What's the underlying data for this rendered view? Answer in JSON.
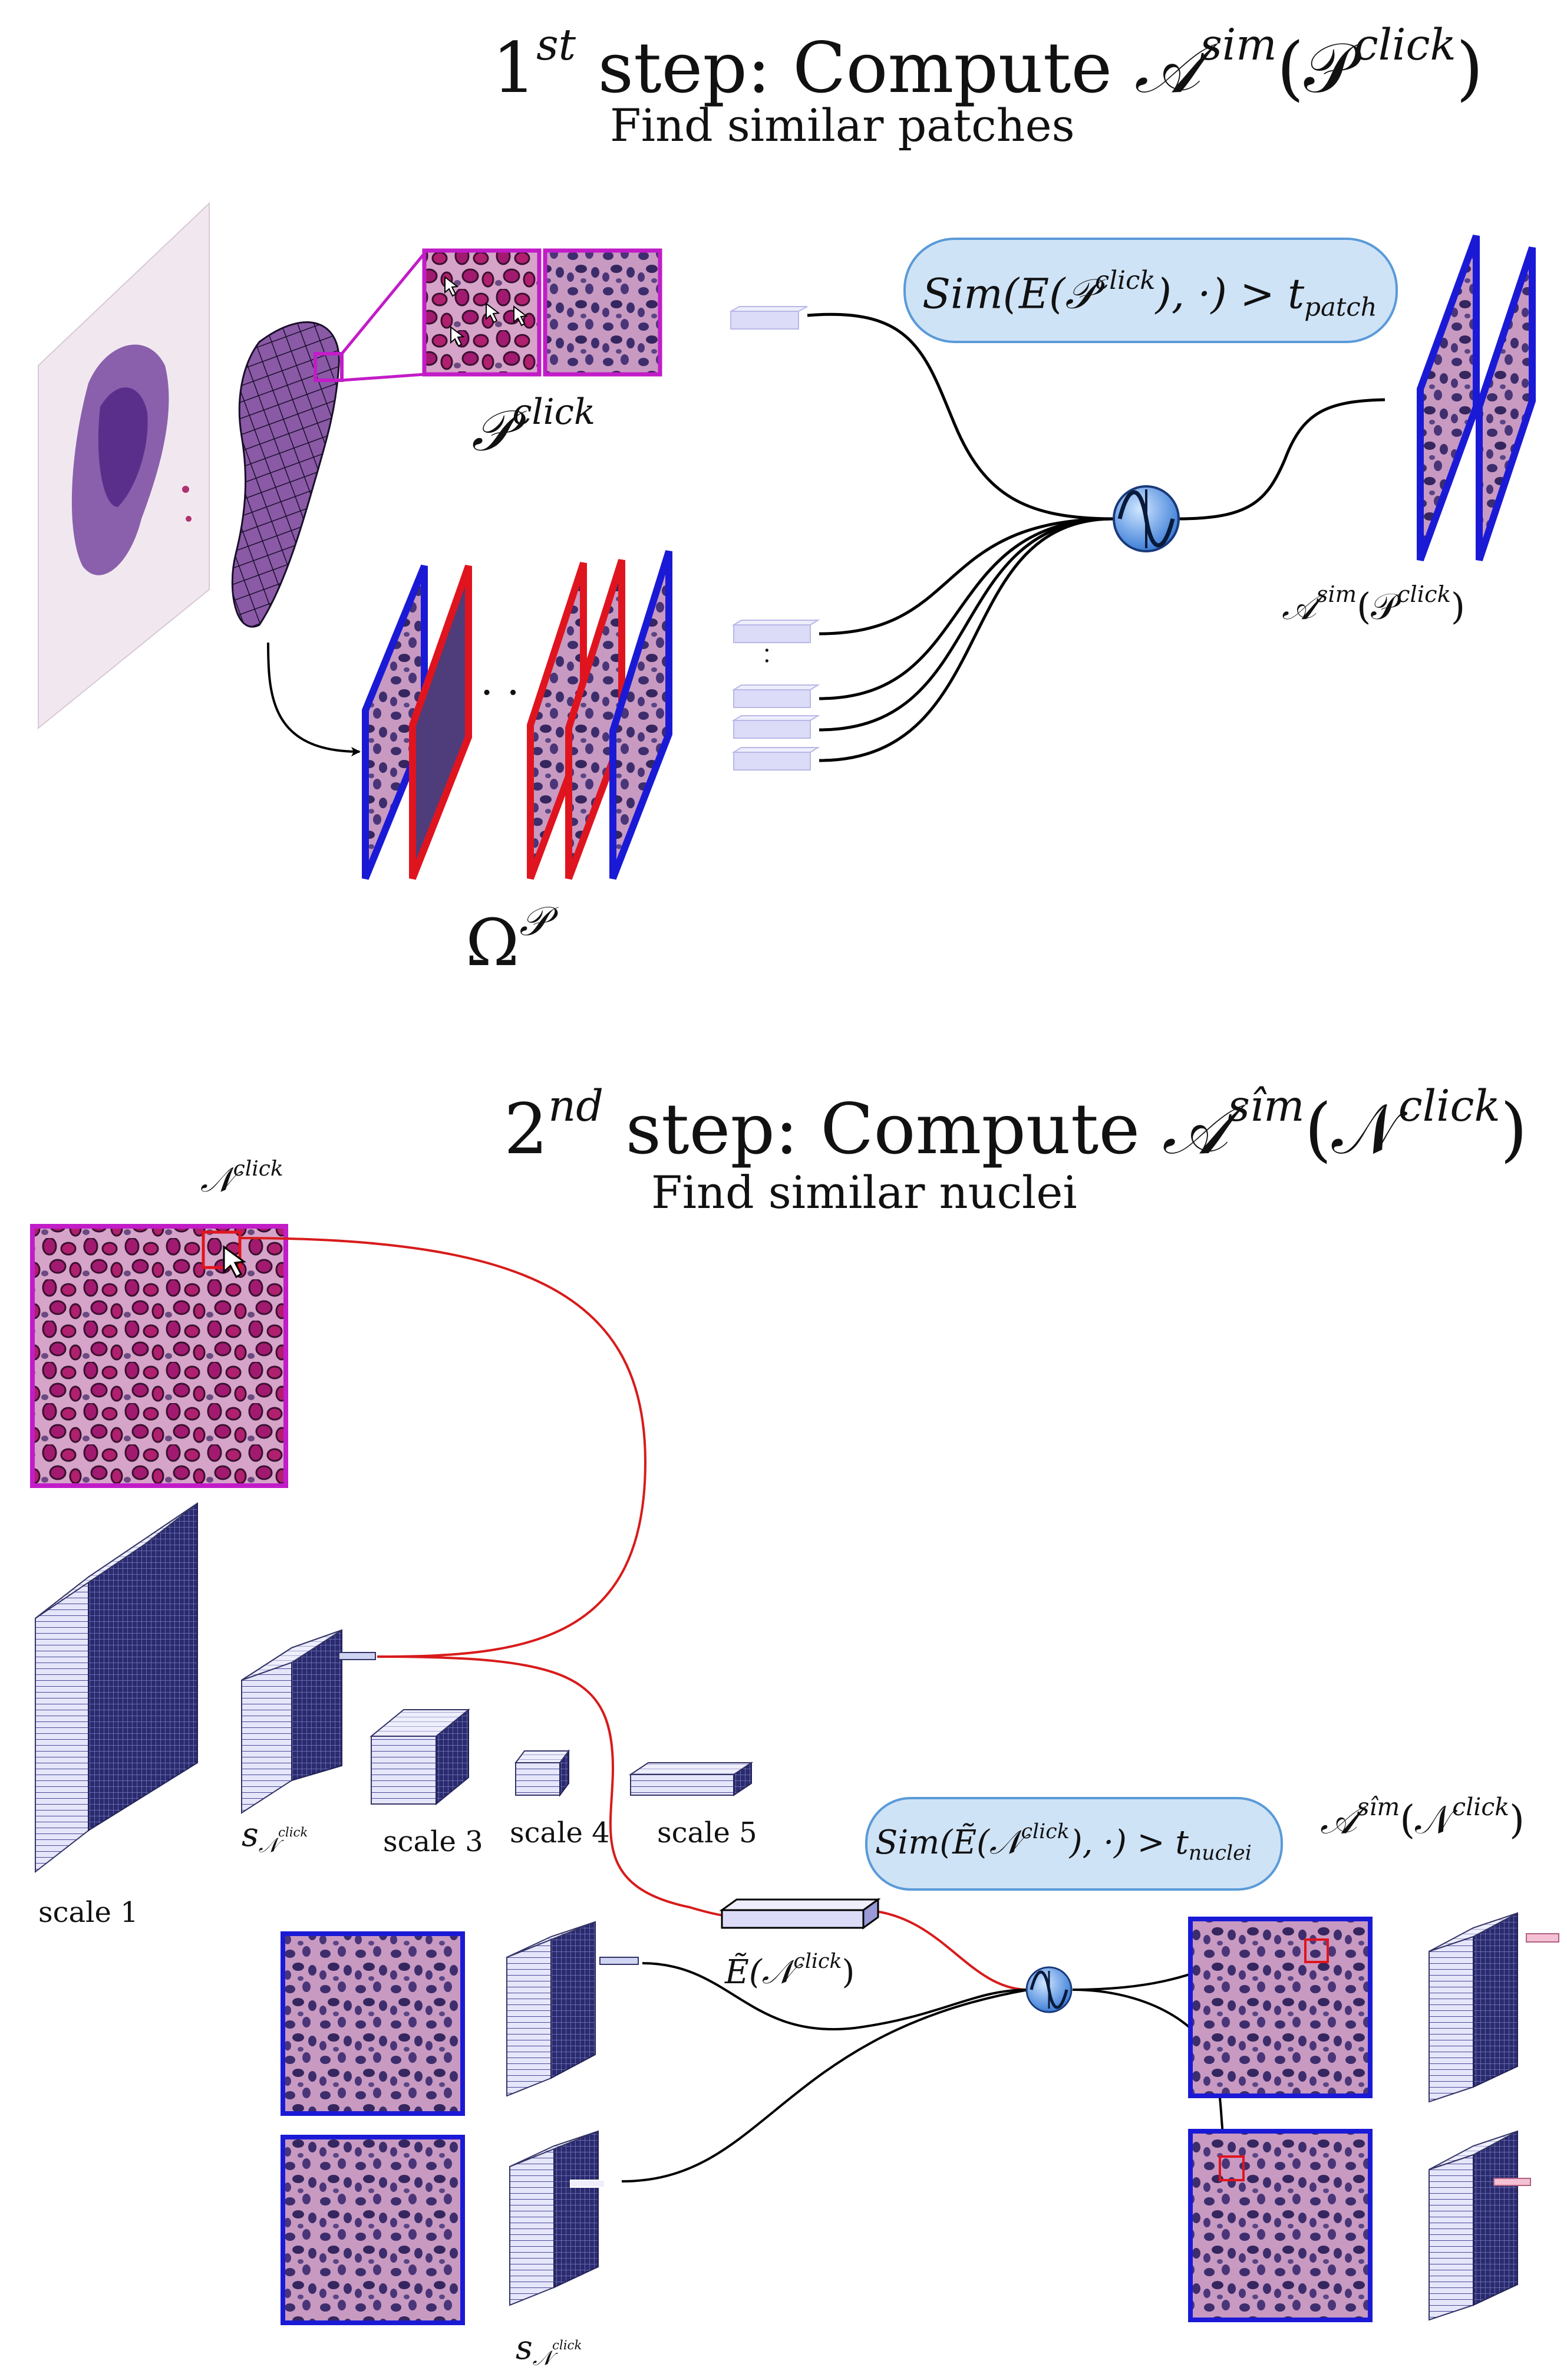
{
  "step1": {
    "title_prefix": "1",
    "title_prefix_sup": "st",
    "title_text": "step: Compute ",
    "title_math": "𝒜",
    "title_math_sup": "sim",
    "title_math_arg": "(𝒫",
    "title_math_arg_sup": "click",
    "title_math_close": ")",
    "subtitle": "Find similar patches",
    "p_click_sym": "𝒫",
    "p_click_sup": "click",
    "omega_sym": "Ω",
    "omega_sup": "𝒫",
    "ellipsis_h": "· ·",
    "ellipsis_v": "·\n·",
    "sim_condition": "Sim(E(𝒫",
    "sim_condition_sup": "click",
    "sim_condition_rest": "), ·) > t",
    "sim_condition_sub": "patch",
    "result_sym": "𝒜",
    "result_sup": "sim",
    "result_arg": "(𝒫",
    "result_arg_sup": "click",
    "result_close": ")"
  },
  "step2": {
    "title_prefix": "2",
    "title_prefix_sup": "nd",
    "title_text": "step: Compute ",
    "title_math": "𝒜",
    "title_math_sup": "sîm",
    "title_math_arg": "(𝒩",
    "title_math_arg_sup": "click",
    "title_math_close": ")",
    "subtitle": "Find similar nuclei",
    "n_click_sym": "𝒩",
    "n_click_sup": "click",
    "scale_labels": [
      "scale 1",
      "scale 3",
      "scale 4",
      "scale 5"
    ],
    "s_n_click": "s",
    "s_n_click_sub": "𝒩",
    "s_n_click_sub_sup": "click",
    "embedding_label": "Ẽ(𝒩",
    "embedding_sup": "click",
    "embedding_close": ")",
    "sim_condition": "Sim(Ẽ(𝒩",
    "sim_condition_sup": "click",
    "sim_condition_rest": "), ·) > t",
    "sim_condition_sub": "nuclei",
    "result_sym": "𝒜",
    "result_sup": "sîm",
    "result_arg": "(𝒩",
    "result_arg_sup": "click",
    "result_close": ")"
  },
  "colors": {
    "blue_frame": "#1a1ad6",
    "red_frame": "#e0141e",
    "magenta_frame": "#c21cc8",
    "bubble_fill": "#cfe3f7",
    "bubble_stroke": "#5a9ad8",
    "tissue_pink": "#c890c0",
    "nucleus_dark": "#3a2a6a",
    "nucleus_magenta": "#b0206e",
    "feature_block": "#e4e4fb",
    "feature_dark": "#2a2a6e",
    "red_curve": "#d81b1b"
  },
  "icons": [
    "cursor-arrow-icon",
    "similarity-operator-icon"
  ]
}
